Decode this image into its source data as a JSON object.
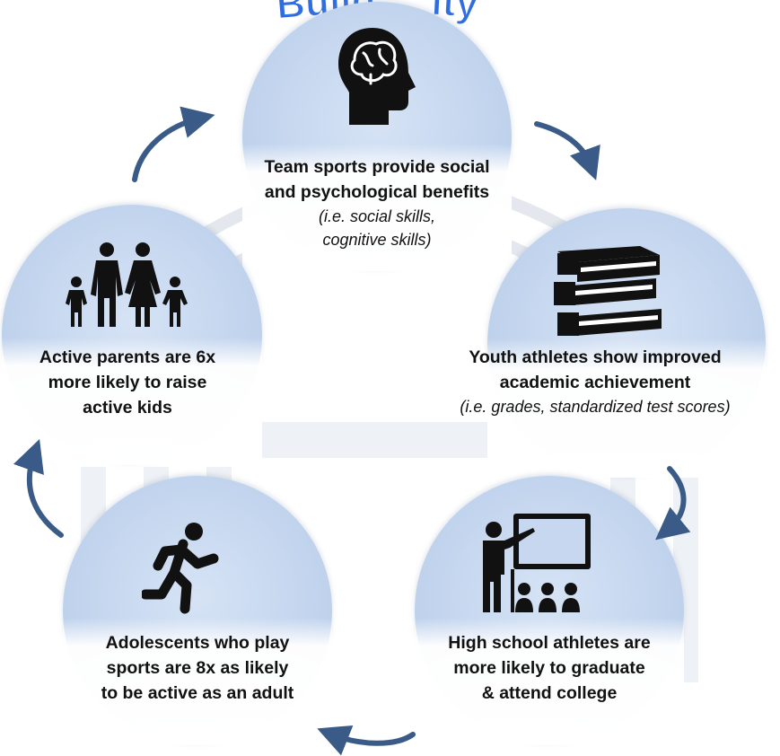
{
  "title": "Build ... ity",
  "colors": {
    "circle": "#c3d5ee",
    "arrow": "#3a5b87",
    "title": "#2f6de0",
    "text": "#111111",
    "icon": "#111111"
  },
  "nodes": [
    {
      "icon": "brain-head-icon",
      "line1": "Team sports provide social",
      "line2": "and psychological benefits",
      "note1": "(i.e. social skills,",
      "note2": "cognitive skills)"
    },
    {
      "icon": "books-icon",
      "line1": "Youth athletes show improved",
      "line2": "academic achievement",
      "note1": "(i.e. grades, standardized test scores)"
    },
    {
      "icon": "teacher-classroom-icon",
      "line1": "High school athletes are",
      "line2": "more likely to graduate",
      "line3": "& attend college"
    },
    {
      "icon": "runner-icon",
      "line1": "Adolescents who play",
      "line2": "sports are 8x as likely",
      "line3": "to be active as an adult"
    },
    {
      "icon": "family-icon",
      "line1": "Active parents are 6x",
      "line2": "more likely to raise",
      "line3": "active kids"
    }
  ]
}
